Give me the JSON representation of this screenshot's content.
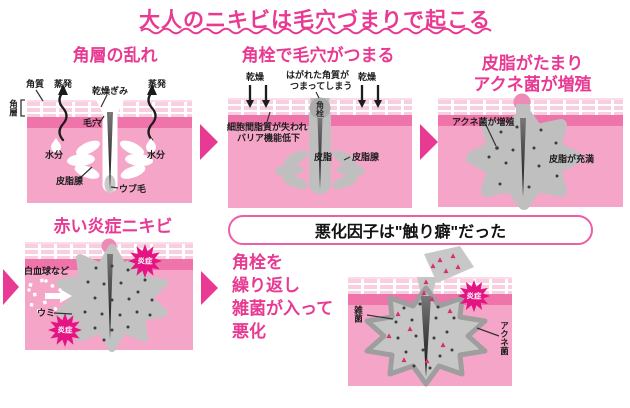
{
  "title": "大人のニキビは毛穴づまりで起こる",
  "colors": {
    "accent": "#e83a92",
    "starburst": "#e31583",
    "skin": "#f5a6c8",
    "sebum_gray": "#bfbfbf"
  },
  "panels": {
    "p1": {
      "header": "角層の乱れ",
      "labels": {
        "kakushitsu": "角質",
        "johatsu_left": "蒸発",
        "johatsu_right": "蒸発",
        "kansou_gimi": "乾燥ぎみ",
        "keana": "毛穴",
        "kakusou": "角層",
        "suibun_left": "水分",
        "suibun_right": "水分",
        "hishisen": "皮脂腺",
        "ubuge": "ウブ毛"
      }
    },
    "p2": {
      "header": "角栓で毛穴がつまる",
      "labels": {
        "kansou_left": "乾燥",
        "kansou_right": "乾燥",
        "hagareta_line1": "はがれた角質が",
        "hagareta_line2": "つまってしまう",
        "kakusen": "角栓",
        "saibou_line1": "細胞間脂質が失われ",
        "saibou_line2": "バリア機能低下",
        "hishi": "皮脂",
        "hishisen": "皮脂腺"
      }
    },
    "p3": {
      "header_line1": "皮脂がたまり",
      "header_line2": "アクネ菌が増殖",
      "labels": {
        "akune_zoushoku": "アクネ菌が増殖",
        "hishi_juman": "皮脂が充満"
      }
    },
    "p4": {
      "header": "赤い炎症ニキビ",
      "labels": {
        "hakkekkyu": "白血球など",
        "umi": "ウミ",
        "ensho_top": "炎症",
        "ensho_bottom": "炎症"
      }
    },
    "p5": {
      "box_title": "悪化因子は\"触り癖\"だった",
      "note_lines": [
        "角栓を",
        "繰り返し",
        "雑菌が入って",
        "悪化"
      ],
      "labels": {
        "zakkin": "雑菌",
        "akunekin": "アクネ菌",
        "ensho": "炎症"
      }
    }
  }
}
